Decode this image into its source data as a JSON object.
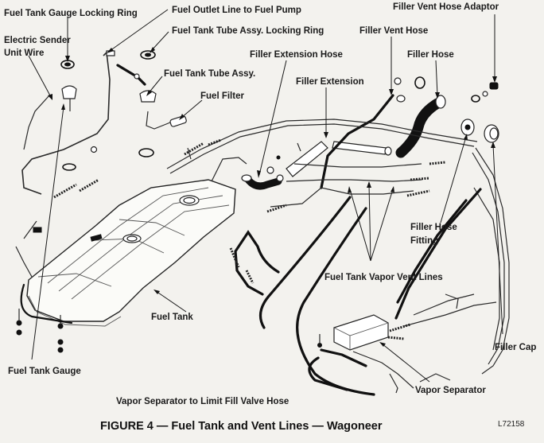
{
  "labels": {
    "gauge_locking_ring": "Fuel Tank Gauge Locking Ring",
    "electric_sender_line1": "Electric Sender",
    "electric_sender_line2": "Unit Wire",
    "fuel_outlet_line": "Fuel Outlet Line to Fuel Pump",
    "tube_assy_locking_ring": "Fuel Tank Tube Assy. Locking Ring",
    "tube_assy": "Fuel Tank Tube Assy.",
    "fuel_filter": "Fuel Filter",
    "filler_extension_hose": "Filler Extension Hose",
    "filler_extension": "Filler Extension",
    "filler_vent_hose": "Filler Vent Hose",
    "filler_hose": "Filler Hose",
    "filler_vent_hose_adaptor": "Filler Vent Hose Adaptor",
    "filler_hose_fitting_line1": "Filler Hose",
    "filler_hose_fitting_line2": "Fitting",
    "vapor_vent_lines": "Fuel Tank Vapor Vent Lines",
    "fuel_tank": "Fuel Tank",
    "filler_cap": "Filler Cap",
    "fuel_tank_gauge": "Fuel Tank Gauge",
    "vapor_separator": "Vapor Separator",
    "vapor_separator_hose": "Vapor Separator to Limit Fill Valve Hose"
  },
  "figure_code": "L72158",
  "caption": "FIGURE 4 — Fuel Tank and Vent Lines — Wagoneer"
}
